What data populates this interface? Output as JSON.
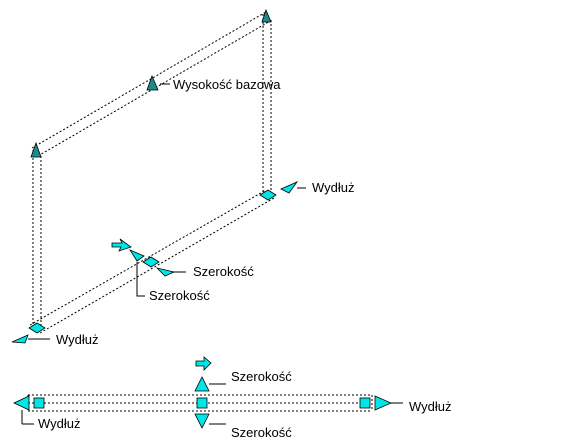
{
  "labels": {
    "base_height": "Wysokość bazowa",
    "extend_right_upper": "Wydłuż",
    "extend_left_upper": "Wydłuż",
    "width_a": "Szerokość",
    "width_b": "Szerokość",
    "width_top_lower": "Szerokość",
    "width_bottom_lower": "Szerokość",
    "extend_right_lower": "Wydłuż",
    "extend_left_lower": "Wydłuż"
  },
  "colors": {
    "grip_fill": "#00e5e5",
    "grip_dark": "#1a8c8c",
    "line": "#000000",
    "background": "#ffffff"
  },
  "icons": {
    "height_grip": "triangle-up-icon",
    "extend_grip": "arrow-triangle-icon",
    "width_grip": "arrow-triangle-icon",
    "flip_grip": "flip-arrow-icon",
    "location_grip": "diamond-icon"
  }
}
